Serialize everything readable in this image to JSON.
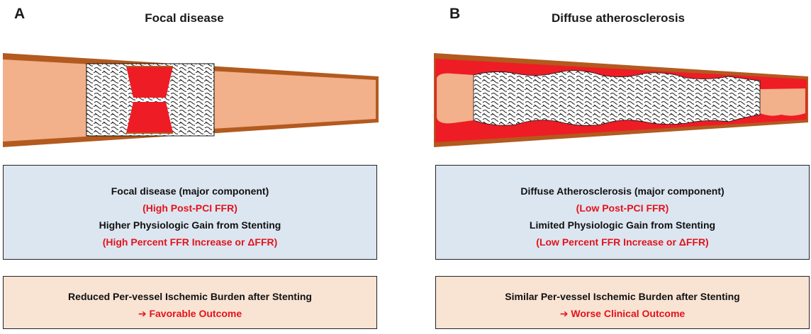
{
  "panels": [
    {
      "letter": "A",
      "title": "Focal disease",
      "mechanism": {
        "line1": "Focal disease (major component)",
        "line2": "(High Post-PCI FFR)",
        "line3": "Higher Physiologic Gain from Stenting",
        "line4": "(High Percent FFR Increase or ΔFFR)"
      },
      "outcome": {
        "line1": "Reduced Per-vessel Ischemic Burden after Stenting",
        "line2": "➔ Favorable Outcome"
      }
    },
    {
      "letter": "B",
      "title": "Diffuse atherosclerosis",
      "mechanism": {
        "line1": "Diffuse Atherosclerosis (major component)",
        "line2": "(Low Post-PCI FFR)",
        "line3": "Limited Physiologic Gain from Stenting",
        "line4": "(Low Percent FFR Increase or ΔFFR)"
      },
      "outcome": {
        "line1": "Similar Per-vessel Ischemic Burden after Stenting",
        "line2": "➔ Worse Clinical Outcome"
      }
    }
  ],
  "colors": {
    "vessel_wall": "#b35a1f",
    "lumen": "#f2b08b",
    "plaque": "#ee1c25",
    "stent_background": "#ffffff",
    "stent_pattern": "#222222",
    "mechanism_box": "#dce6f1",
    "outcome_box": "#f9e3d3",
    "emphasis_text": "#e3131b"
  }
}
